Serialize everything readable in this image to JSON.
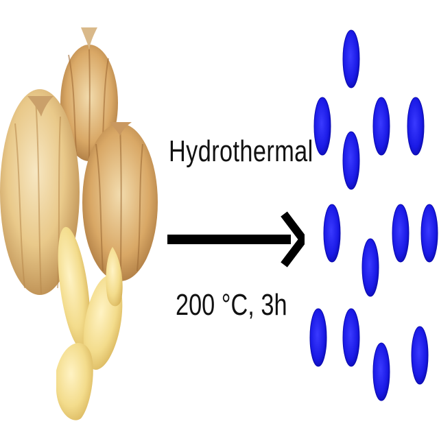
{
  "reaction": {
    "condition_method": "Hydrothermal",
    "condition_params": "200 °C,  3h"
  },
  "colors": {
    "dot_fill": "#1a1ae6",
    "dot_edge": "#0b0bb0",
    "arrow": "#000000"
  },
  "icons": {
    "reactant": "garlic-bulbs-image",
    "product": "carbon-dots"
  }
}
